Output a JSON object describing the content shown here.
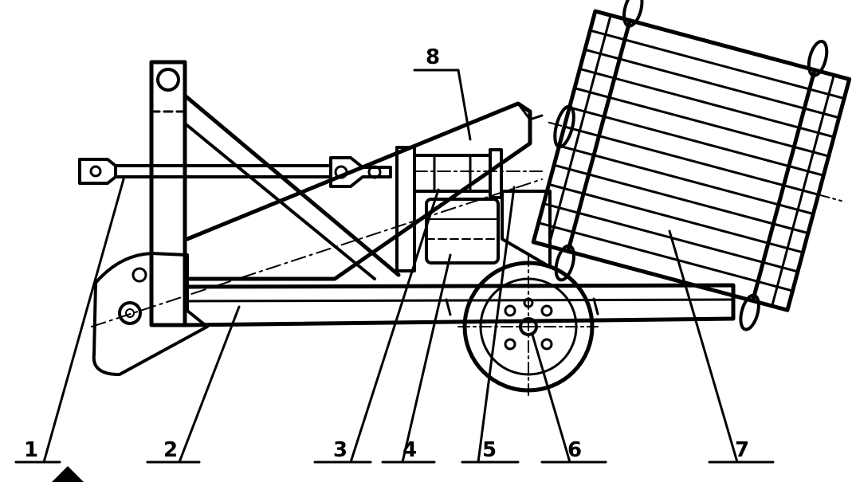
{
  "diagram": {
    "callouts": [
      {
        "id": "1",
        "text": "1"
      },
      {
        "id": "2",
        "text": "2"
      },
      {
        "id": "3",
        "text": "3"
      },
      {
        "id": "4",
        "text": "4"
      },
      {
        "id": "5",
        "text": "5"
      },
      {
        "id": "6",
        "text": "6"
      },
      {
        "id": "7",
        "text": "7"
      },
      {
        "id": "8",
        "text": "8"
      }
    ],
    "ink_color": "#000000",
    "paper_color": "#ffffff",
    "direction_marker": "arrow-up-icon"
  }
}
